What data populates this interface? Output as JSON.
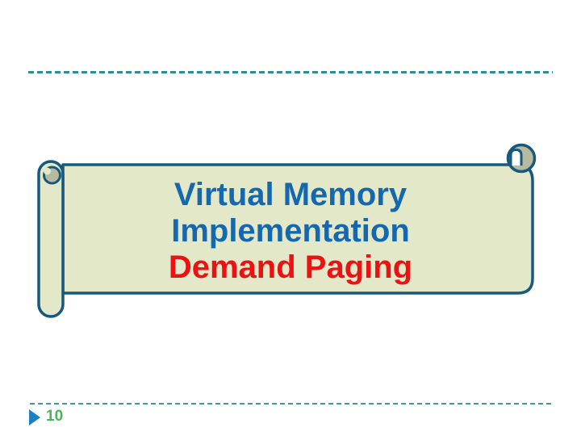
{
  "slide": {
    "banner": {
      "line1": "Virtual Memory",
      "line2": "Implementation",
      "line3": "Demand Paging"
    },
    "footer": {
      "page_number": "10"
    },
    "icons": {
      "page_marker": "right-pointing-triangle-icon",
      "banner_shape": "horizontal-scroll-banner"
    },
    "colors": {
      "banner_fill": "#e3e8c8",
      "banner_border": "#17597e",
      "roll_inner_gray": "#b6ba9e",
      "text_blue": "#1568ad",
      "text_red": "#ee1111",
      "divider_teal": "#2d8d97",
      "page_number_green": "#4cb35a",
      "marker_blue": "#1e7ec2"
    }
  }
}
